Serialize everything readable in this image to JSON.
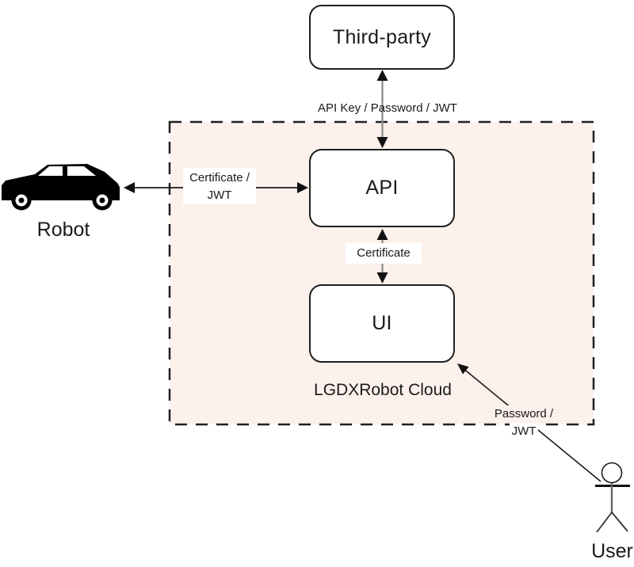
{
  "diagram": {
    "cloud": {
      "title": "LGDXRobot Cloud",
      "bg_color": "#fdf1ec",
      "border_color": "#202020",
      "border_style": "dashed"
    },
    "nodes": {
      "third_party": {
        "label": "Third-party"
      },
      "api": {
        "label": "API"
      },
      "ui": {
        "label": "UI"
      }
    },
    "actors": {
      "robot": {
        "label": "Robot",
        "icon": "car-icon"
      },
      "user": {
        "label": "User",
        "icon": "stick-figure-icon"
      }
    },
    "edges": {
      "thirdparty_api": {
        "label": "API Key / Password / JWT",
        "style": "double-arrow"
      },
      "robot_api": {
        "label_line1": "Certificate /",
        "label_line2": "JWT",
        "style": "double-arrow"
      },
      "api_ui": {
        "label": "Certificate",
        "style": "double-arrow"
      },
      "user_ui": {
        "label_line1": "Password /",
        "label_line2": "JWT",
        "style": "single-arrow"
      }
    },
    "colors": {
      "line_dark": "#1a1a1a",
      "line_gray": "#8a8a8a",
      "node_bg": "#ffffff",
      "text": "#1a1a1a"
    }
  }
}
